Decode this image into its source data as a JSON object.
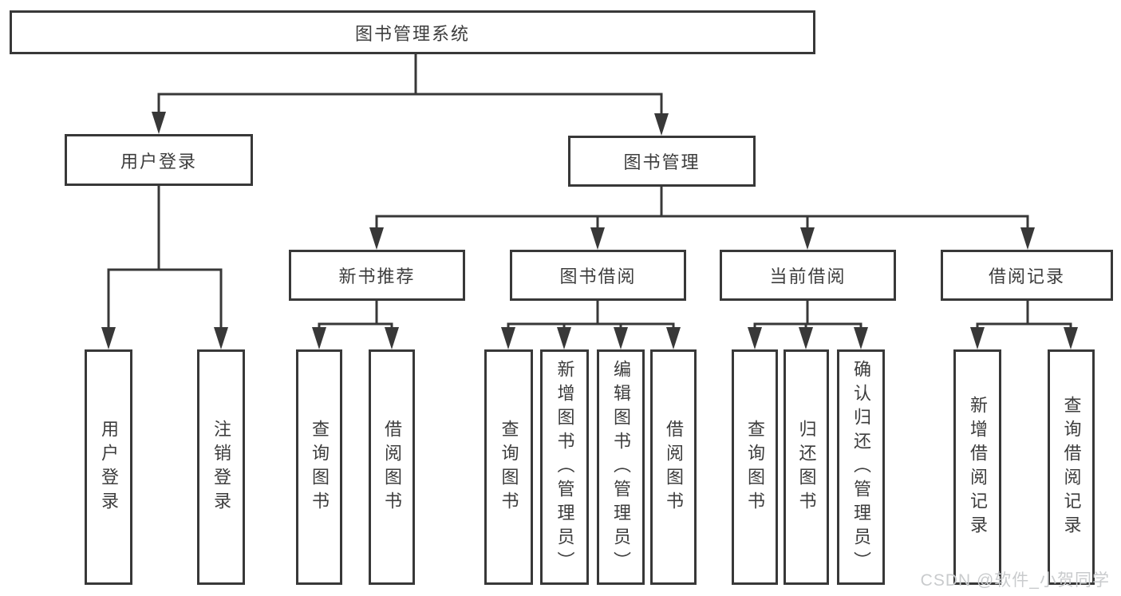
{
  "diagram_type": "hierarchy-tree",
  "colors": {
    "background": "#ffffff",
    "line": "#383838",
    "box_border": "#383838",
    "box_fill": "#ffffff",
    "text": "#3d3d3d",
    "watermark": "#c9cbcd"
  },
  "nodes": {
    "root": {
      "label": "图书管理系统"
    },
    "user_login": {
      "label": "用户登录"
    },
    "book_mgmt": {
      "label": "图书管理"
    },
    "new_book_rec": {
      "label": "新书推荐"
    },
    "book_borrow": {
      "label": "图书借阅"
    },
    "current_borrow": {
      "label": "当前借阅"
    },
    "borrow_record": {
      "label": "借阅记录"
    },
    "leaf_user_login": {
      "label": "用户登录"
    },
    "leaf_logout": {
      "label": "注销登录"
    },
    "leaf_query_book_a": {
      "label": "查询图书"
    },
    "leaf_borrow_book_a": {
      "label": "借阅图书"
    },
    "leaf_query_book_b": {
      "label": "查询图书"
    },
    "leaf_add_book_admin": {
      "label": "新增图书（管理员）"
    },
    "leaf_edit_book_admin": {
      "label": "编辑图书（管理员）"
    },
    "leaf_borrow_book_b": {
      "label": "借阅图书"
    },
    "leaf_query_book_c": {
      "label": "查询图书"
    },
    "leaf_return_book": {
      "label": "归还图书"
    },
    "leaf_confirm_return_admin": {
      "label": "确认归还（管理员）"
    },
    "leaf_add_borrow_record": {
      "label": "新增借阅记录"
    },
    "leaf_query_borrow_record": {
      "label": "查询借阅记录"
    }
  },
  "structure": {
    "图书管理系统": {
      "用户登录": [
        "用户登录",
        "注销登录"
      ],
      "图书管理": {
        "新书推荐": [
          "查询图书",
          "借阅图书"
        ],
        "图书借阅": [
          "查询图书",
          "新增图书（管理员）",
          "编辑图书（管理员）",
          "借阅图书"
        ],
        "当前借阅": [
          "查询图书",
          "归还图书",
          "确认归还（管理员）"
        ],
        "借阅记录": [
          "新增借阅记录",
          "查询借阅记录"
        ]
      }
    }
  },
  "watermark": {
    "text": "CSDN @软件_小贺同学"
  }
}
